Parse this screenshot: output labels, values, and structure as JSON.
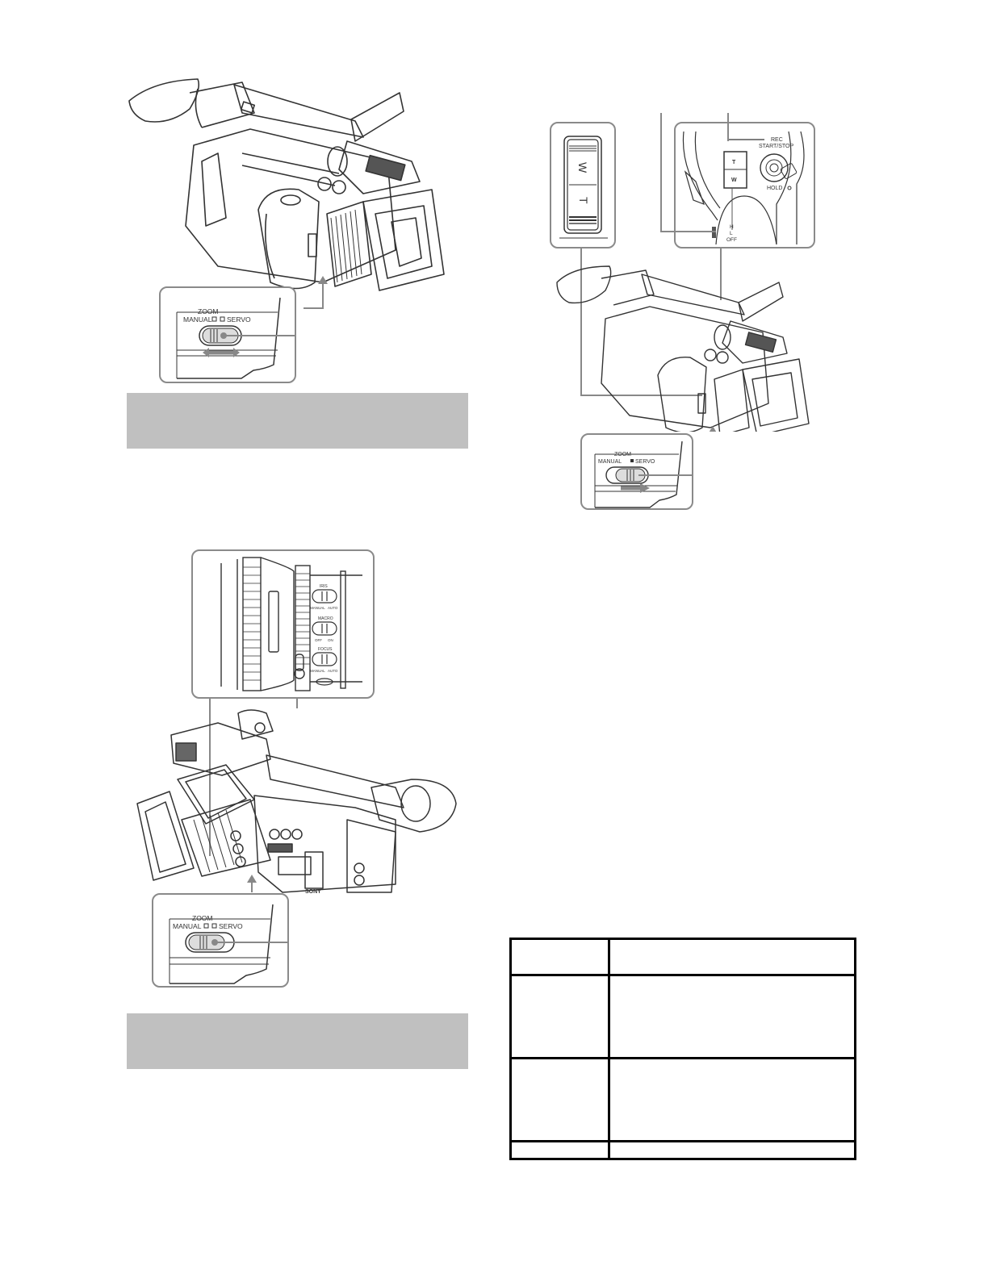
{
  "figures": {
    "fig1": {
      "callout": {
        "switch_title": "ZOOM",
        "left_label": "MANUAL",
        "right_label": "SERVO"
      }
    },
    "fig2": {
      "rocker_labels": [
        "W",
        "T"
      ],
      "handle_zoom": {
        "top": "T",
        "bottom": "W",
        "rec_label_1": "REC",
        "rec_label_2": "START/STOP",
        "hold_label": "HOLD",
        "speed_labels": [
          "H",
          "L",
          "OFF"
        ]
      },
      "callout": {
        "switch_title": "ZOOM",
        "left_label": "MANUAL",
        "right_label": "SERVO"
      }
    },
    "fig3": {
      "lens_switches": [
        {
          "title": "IRIS",
          "left": "MANUAL",
          "right": "AUTO"
        },
        {
          "title": "MACRO",
          "left": "OFF",
          "right": "ON"
        },
        {
          "title": "FOCUS",
          "left": "MANUAL",
          "right": "AUTO"
        }
      ],
      "brand": "SONY",
      "callout": {
        "switch_title": "ZOOM",
        "left_label": "MANUAL",
        "right_label": "SERVO"
      }
    }
  },
  "note_boxes": [
    {
      "text": ""
    },
    {
      "text": ""
    }
  ],
  "table": {
    "rows": [
      [
        "",
        ""
      ],
      [
        "",
        ""
      ],
      [
        "",
        ""
      ],
      [
        "",
        ""
      ]
    ]
  },
  "colors": {
    "note_fill": "#c0c0c0",
    "callout_border": "#8a8a8a",
    "table_border": "#000000"
  }
}
